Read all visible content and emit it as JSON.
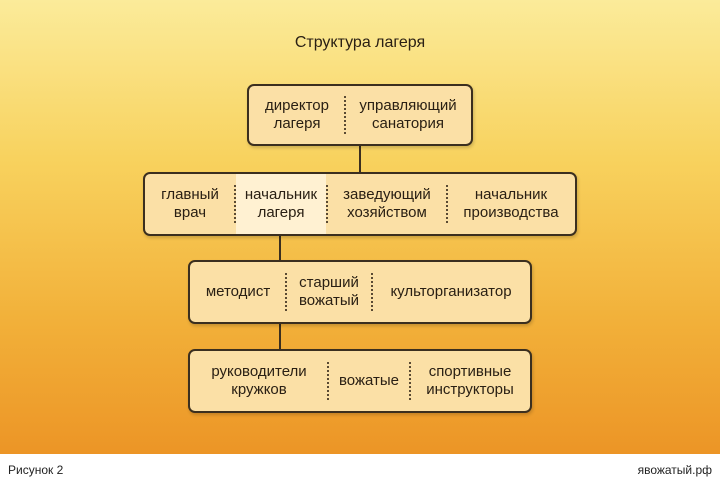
{
  "title": "Структура лагеря",
  "levels": [
    {
      "cells": [
        "директор\nлагеря",
        "управляющий\nсанатория"
      ]
    },
    {
      "cells": [
        "главный\nврач",
        "начальник\nлагеря",
        "заведующий\nхозяйством",
        "начальник\nпроизводства"
      ]
    },
    {
      "cells": [
        "методист",
        "старший\nвожатый",
        "культорганизатор"
      ]
    },
    {
      "cells": [
        "руководители\nкружков",
        "вожатые",
        "спортивные\nинструкторы"
      ]
    }
  ],
  "footer": {
    "caption": "Рисунок 2",
    "site": "явожатый.рф"
  },
  "colors": {
    "box_fill": "#fbe0a6",
    "box_highlight": "#fff1d2",
    "border": "#3b2f1f",
    "gradient_top": "#fbeb9a",
    "gradient_bottom": "#ec9526"
  }
}
